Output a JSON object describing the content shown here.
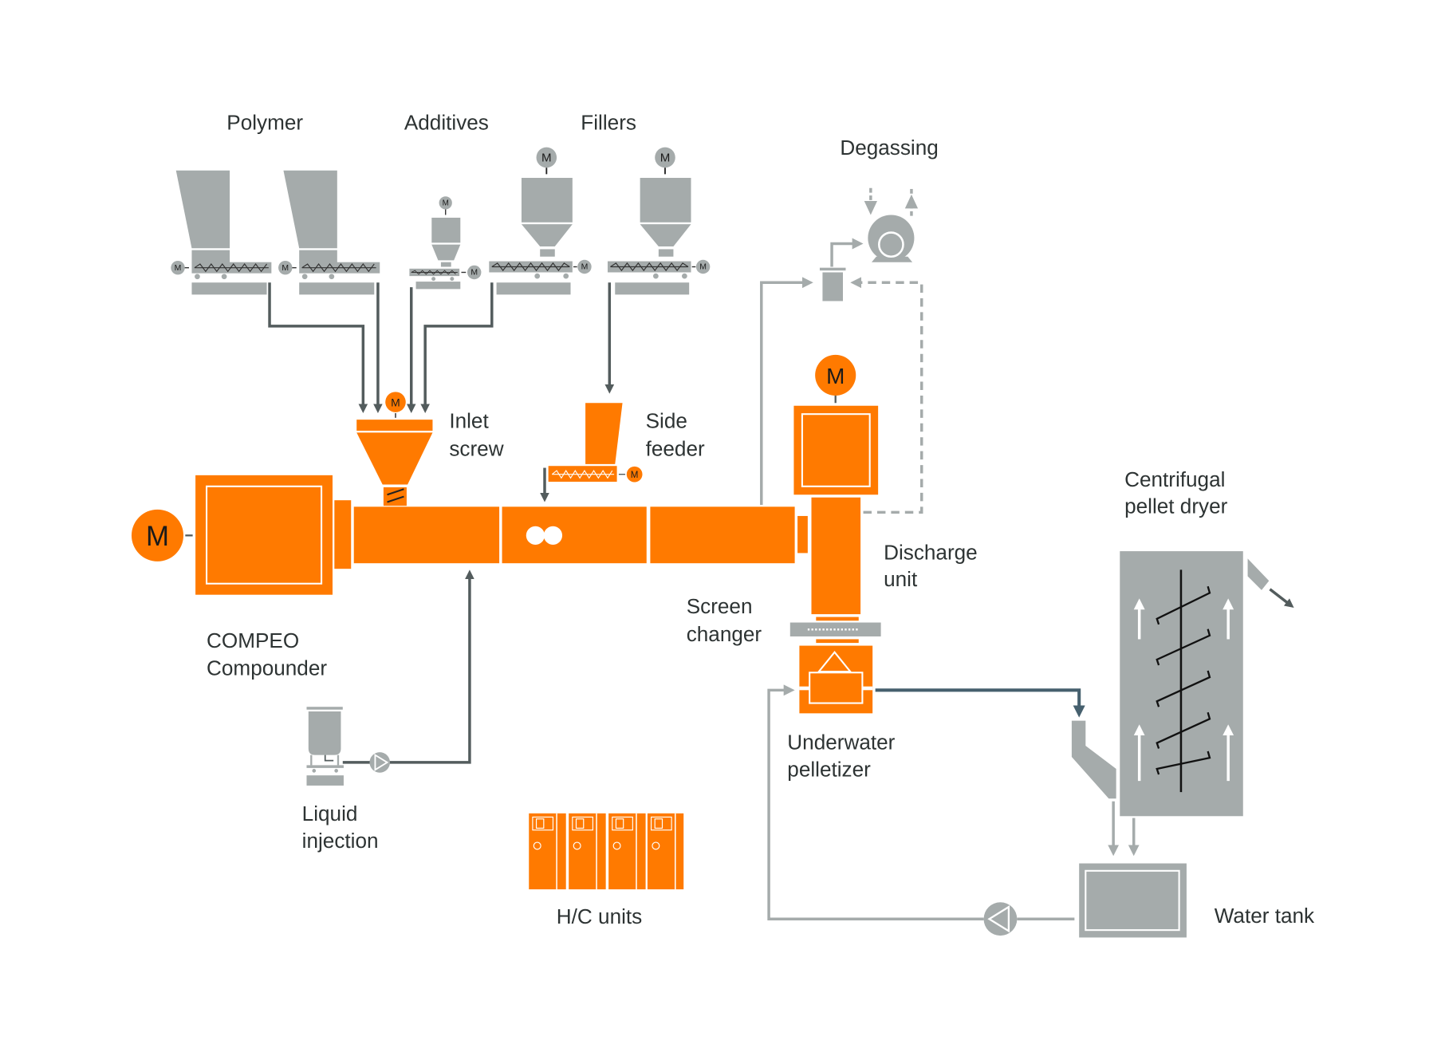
{
  "title": "COMPEO compounding line with underwater pelletizing",
  "colors": {
    "machine_orange": "#ff7a00",
    "peripheral_gray": "#a5abab",
    "material_flow": "#535c5d",
    "melt_flow": "#46606e",
    "text": "#2d3333"
  },
  "motor_symbol": "M",
  "feeders": {
    "polymer": {
      "label": "Polymer",
      "count": 2
    },
    "additives": {
      "label": "Additives",
      "count": 1
    },
    "fillers": {
      "label": "Fillers",
      "count": 2
    }
  },
  "labels": {
    "degassing": "Degassing",
    "inlet_screw": [
      "Inlet",
      "screw"
    ],
    "side_feeder": [
      "Side",
      "feeder"
    ],
    "compounder": [
      "COMPEO",
      "Compounder"
    ],
    "discharge_unit": [
      "Discharge",
      "unit"
    ],
    "screen_changer": [
      "Screen",
      "changer"
    ],
    "underwater_pelletizer": [
      "Underwater",
      "pelletizer"
    ],
    "centrifugal_pellet_dryer": [
      "Centrifugal",
      "pellet dryer"
    ],
    "liquid_injection": [
      "Liquid",
      "injection"
    ],
    "hc_units": "H/C units",
    "water_tank": "Water tank"
  },
  "hc_units_count": 4,
  "icons": {
    "motor": "motor-icon",
    "pump": "pump-icon",
    "vacuum_pump": "vacuum-pump-icon",
    "arrow": "flow-arrow-icon"
  }
}
